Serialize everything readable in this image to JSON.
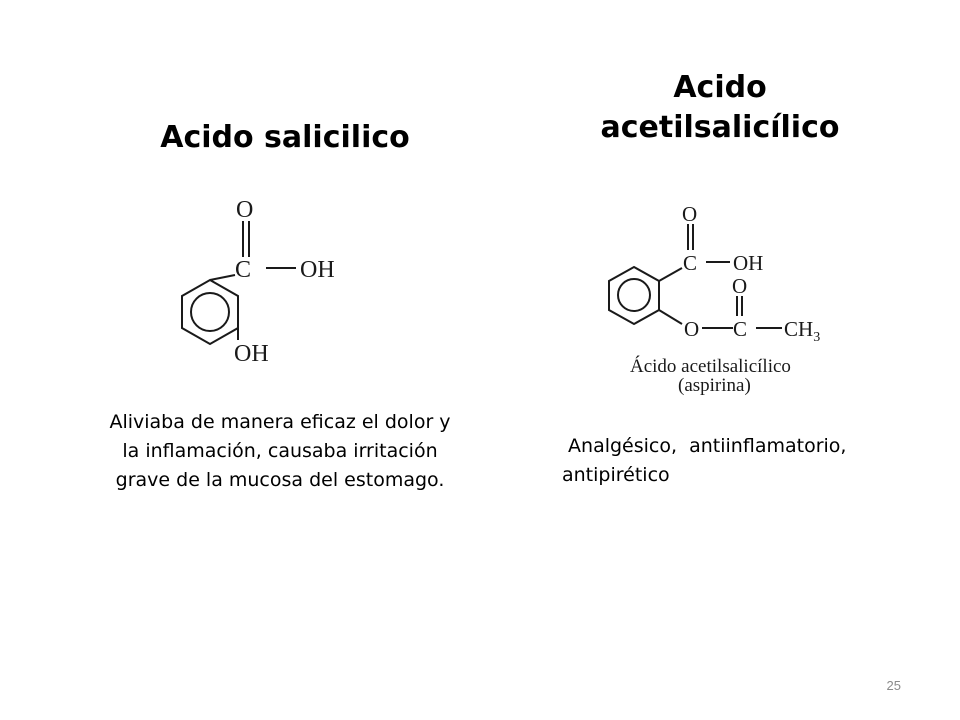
{
  "slide": {
    "left": {
      "title": "Acido salicilico",
      "description_lines": [
        "Aliviaba de manera eficaz el dolor  y",
        "la inflamación, causaba irritación",
        "grave de la mucosa del estomago."
      ],
      "structure_labels": {
        "o": "O",
        "c": "C",
        "oh_acid": "OH",
        "oh_phenol": "OH"
      }
    },
    "right": {
      "title_lines": [
        "Acido",
        "acetilsalicílico"
      ],
      "description_lines": [
        " Analgésico,  antiinflamatorio,",
        "antipirético"
      ],
      "structure_labels": {
        "o_top": "O",
        "c_acid": "C",
        "oh": "OH",
        "o_ester_carbonyl": "O",
        "o_ester": "O",
        "c_ester": "C",
        "ch3": "CH",
        "ch3_subscript": "3",
        "caption_line1": "Ácido acetilsalicílico",
        "caption_line2": "(aspirina)"
      }
    },
    "page_number": "25",
    "colors": {
      "caption": "#d6336b",
      "page_number": "#8a8a8a"
    }
  }
}
